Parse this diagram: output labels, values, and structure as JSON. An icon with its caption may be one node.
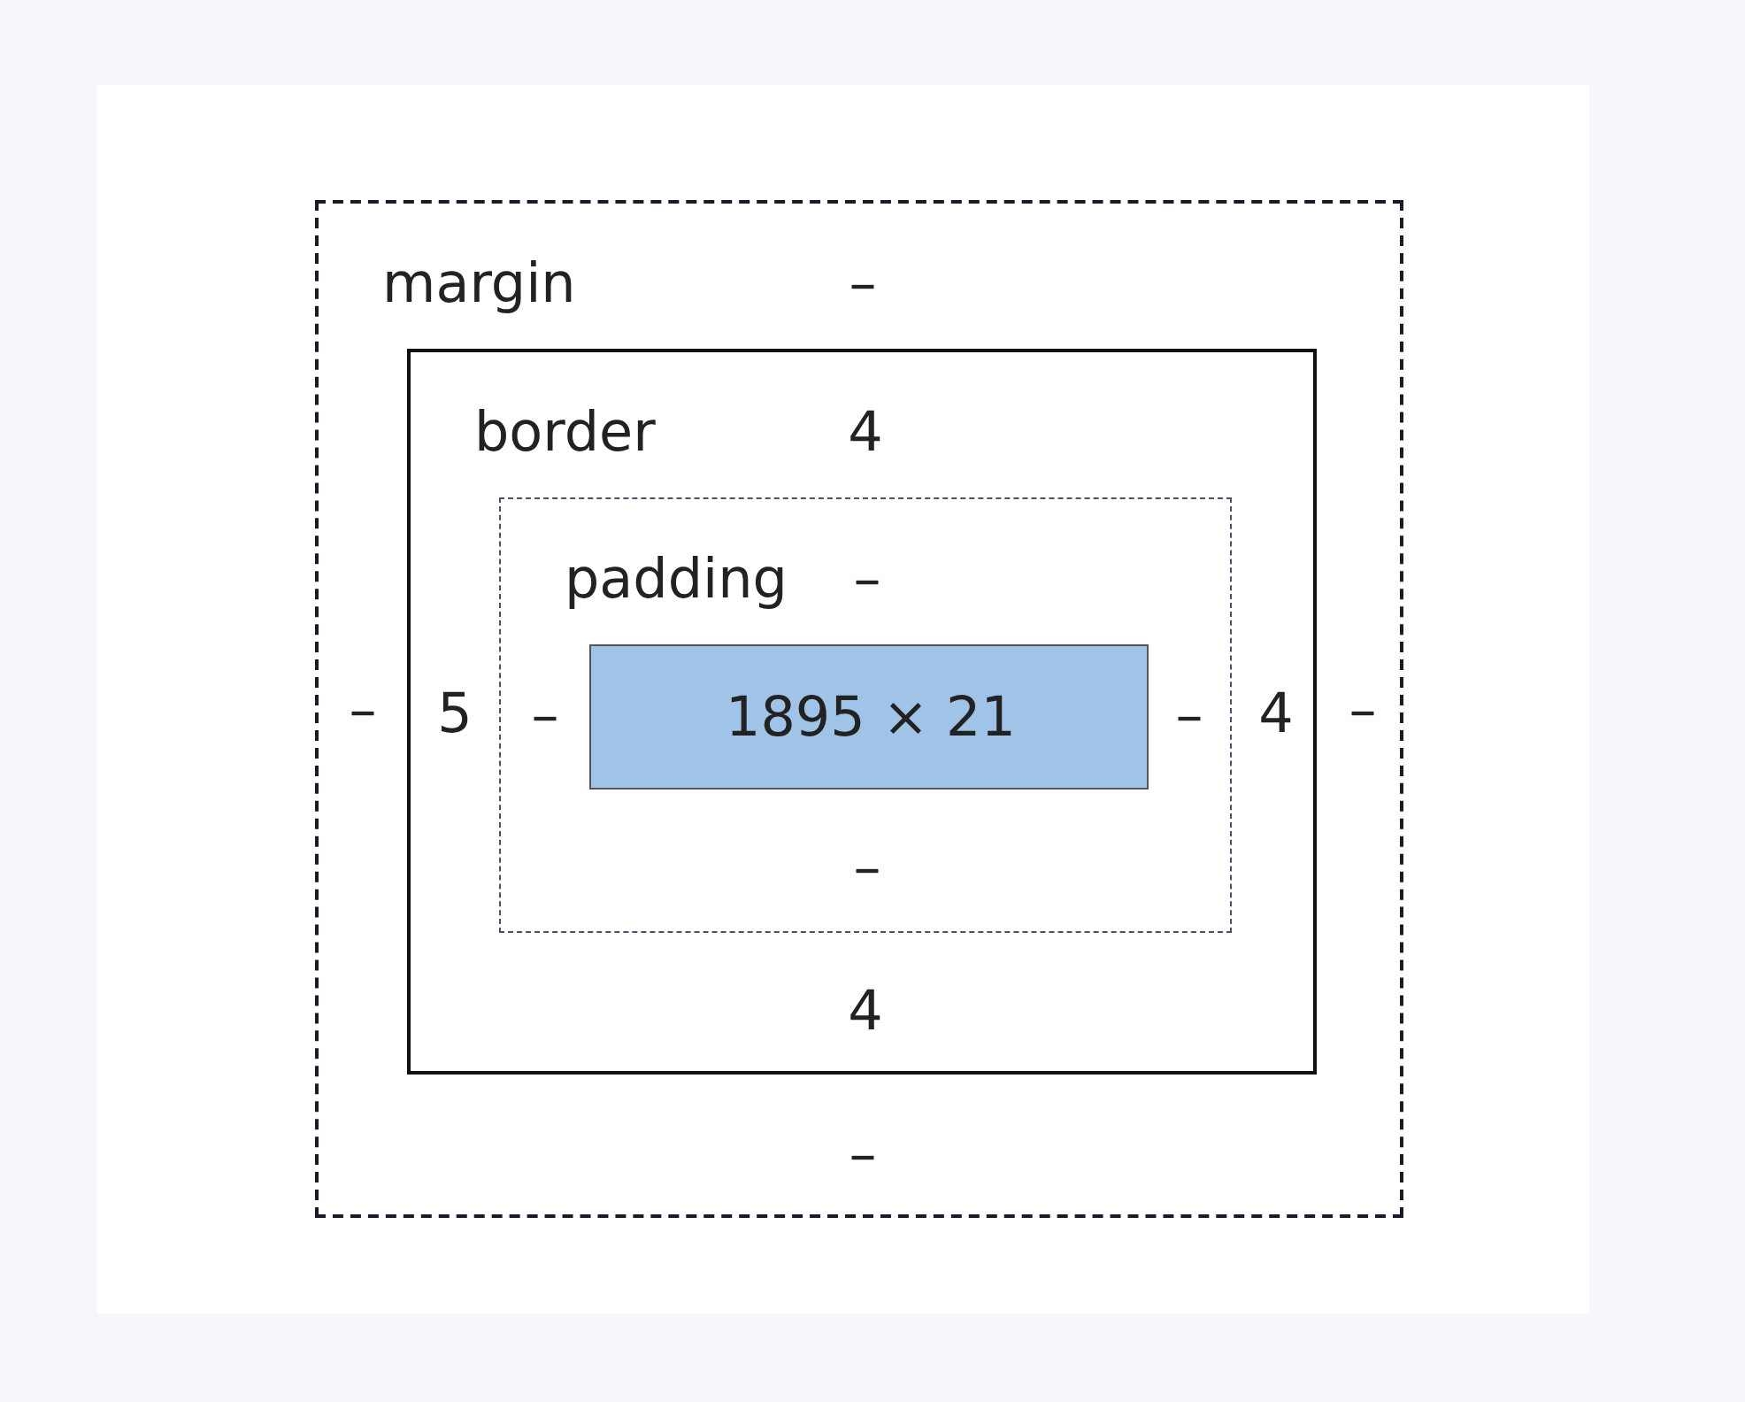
{
  "diagram": {
    "nodes": [
      {
        "text": [
          "margin",
          "–",
          "–",
          "–",
          "–"
        ]
      },
      {
        "text": [
          "border",
          "4",
          "5",
          "4",
          "4"
        ],
        "in": 0
      },
      {
        "text": [
          "padding",
          "–",
          "–",
          "–",
          "–"
        ],
        "in": 1
      },
      {
        "text": [
          "1895 × 21"
        ],
        "in": 2
      }
    ]
  }
}
